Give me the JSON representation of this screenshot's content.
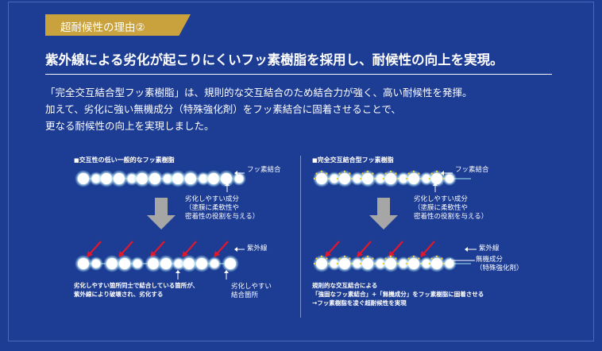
{
  "badge": {
    "label": "超耐候性の理由②"
  },
  "headline": "紫外線による劣化が起こりにくいフッ素樹脂を採用し、耐候性の向上を実現。",
  "body": {
    "lines": [
      "「完全交互結合型フッ素樹脂」は、規則的な交互結合のため結合力が強く、高い耐候性を発揮。",
      "加えて、劣化に強い無機成分（特殊強化剤）をフッ素結合に固着させることで、",
      "更なる耐候性の向上を実現しました。"
    ]
  },
  "left": {
    "title": "交互性の低い一般的なフッ素樹脂",
    "bond_label": "フッ素結合",
    "weak_label": [
      "劣化しやすい成分",
      "（塗膜に柔軟性や",
      "密着性の役割を与える）"
    ],
    "uv_label": "紫外線",
    "caption": [
      "劣化しやすい箇所同士で結合している箇所が、",
      "紫外線により破壊され、劣化する"
    ],
    "break_label": [
      "劣化しやすい",
      "結合箇所"
    ]
  },
  "right": {
    "title": "完全交互結合型フッ素樹脂",
    "bond_label": "フッ素結合",
    "weak_label": [
      "劣化しやすい成分",
      "（塗膜に柔軟性や",
      "密着性の役割を与える）"
    ],
    "uv_label": "紫外線",
    "inorganic_label": [
      "無機成分",
      "（特殊強化剤）"
    ],
    "caption": [
      "規則的な交互結合による",
      "「強固なフッ素結合」+「無機成分」をフッ素樹脂に固着させる",
      "→フッ素樹脂を凌ぐ超耐候性を実現"
    ]
  },
  "colors": {
    "background": "#1d3c93",
    "badge": "#c9a23e",
    "uv_arrow": "#e0182d",
    "sphere": "#ffffff",
    "glow": "#7fd8f0",
    "inorganic": "#f2d230",
    "arrow": "#a6a6a6"
  }
}
